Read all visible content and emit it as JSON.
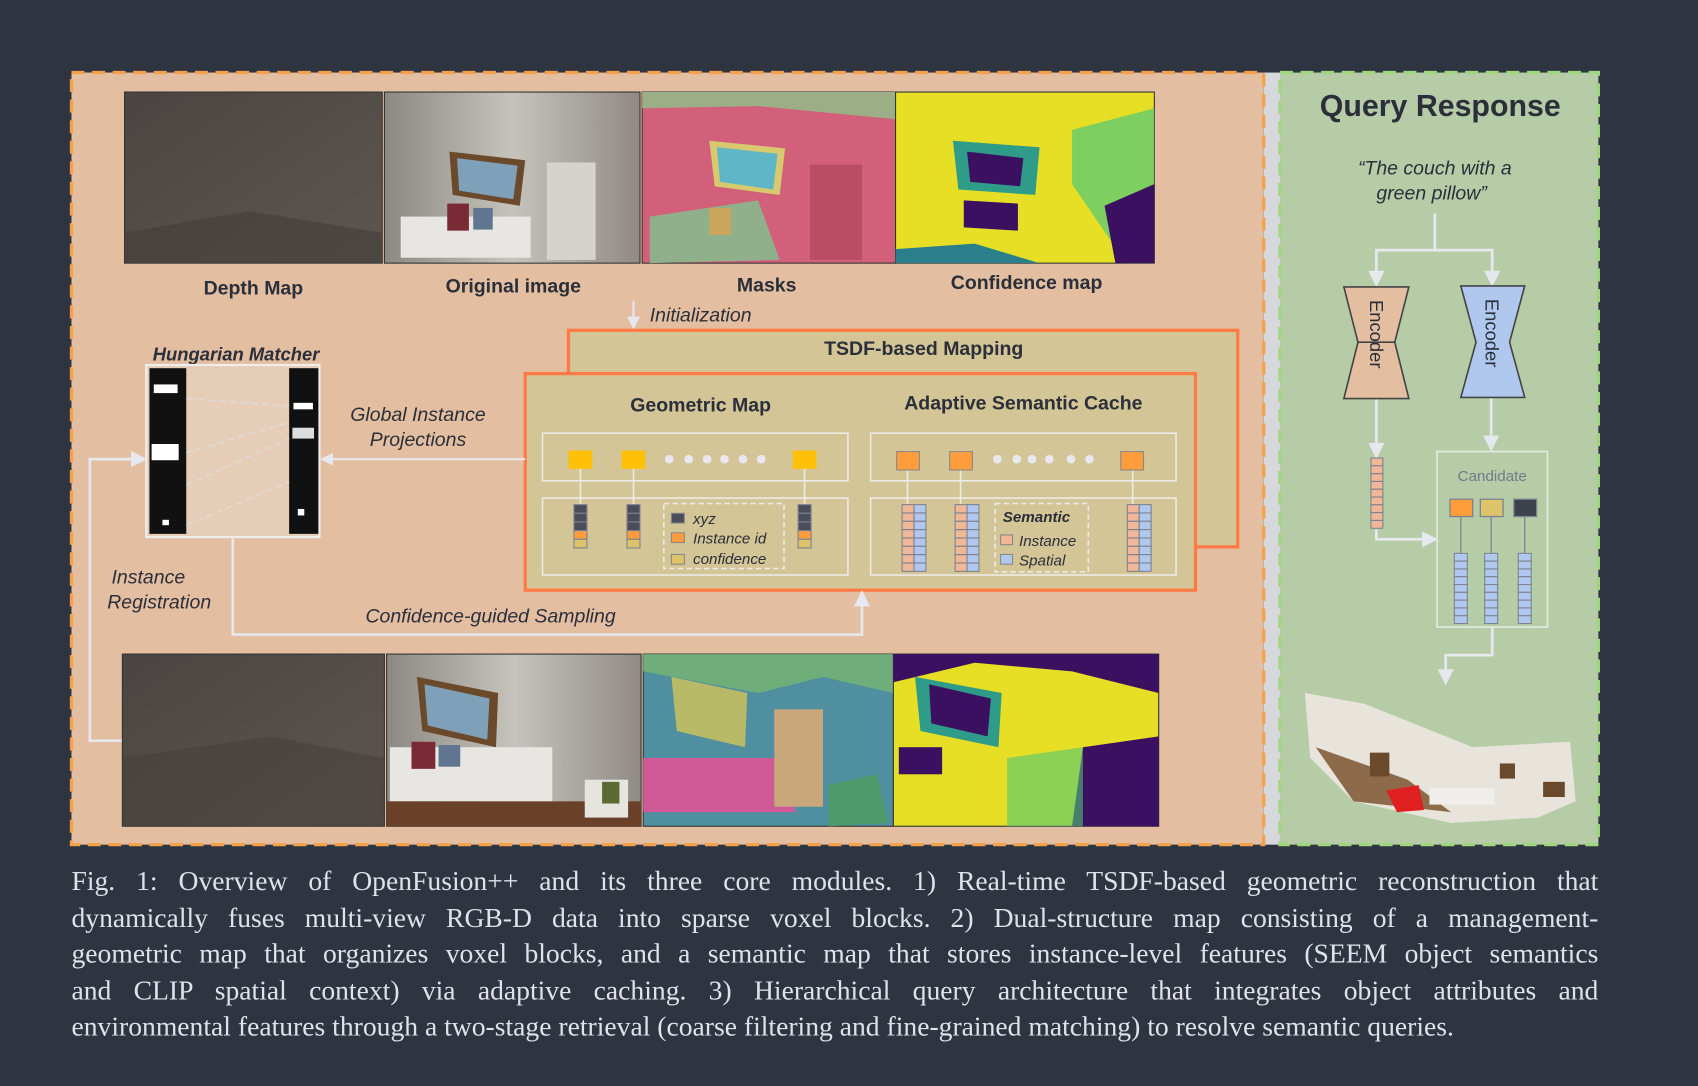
{
  "figure": {
    "image_labels": {
      "depth": "Depth Map",
      "original": "Original image",
      "masks": "Masks",
      "confidence": "Confidence map"
    },
    "initialization": "Initialization",
    "tsdf_title": "TSDF-based Mapping",
    "geometric_map": {
      "title": "Geometric Map",
      "legend": [
        "xyz",
        "Instance id",
        "confidence"
      ]
    },
    "semantic_cache": {
      "title": "Adaptive Semantic Cache",
      "legend_title": "Semantic",
      "legend": [
        "Instance",
        "Spatial"
      ]
    },
    "hungarian_matcher": "Hungarian Matcher",
    "global_projections": [
      "Global Instance",
      "Projections"
    ],
    "instance_registration": [
      "Instance",
      "Registration"
    ],
    "confidence_sampling": "Confidence-guided Sampling",
    "query": {
      "title": "Query Response",
      "quote": [
        "“The couch with a",
        "green pillow”"
      ],
      "encoder_left": "Encoder",
      "encoder_right": "Encoder",
      "candidate": "Candidate"
    },
    "colors": {
      "orange_panel": "#e3bea1",
      "green_panel": "#b6cca6",
      "tsdf_fill": "#d4c596",
      "tsdf_border": "#ff7a45",
      "yellow_block": "#ffc107",
      "orange_block": "#ff9d3c",
      "background": "#2f3441"
    }
  },
  "caption": [
    "Fig. 1: Overview of OpenFusion++ and its three core modules. 1) Real-time TSDF-based geometric reconstruction that",
    "dynamically fuses multi-view RGB-D data into sparse voxel blocks. 2) Dual-structure map consisting of a management-",
    "geometric map that organizes voxel blocks, and a semantic map that stores instance-level features (SEEM object semantics",
    "and CLIP spatial context) via adaptive caching. 3) Hierarchical query architecture that integrates object attributes and",
    "environmental features through a two-stage retrieval (coarse filtering and fine-grained matching) to resolve semantic queries."
  ]
}
